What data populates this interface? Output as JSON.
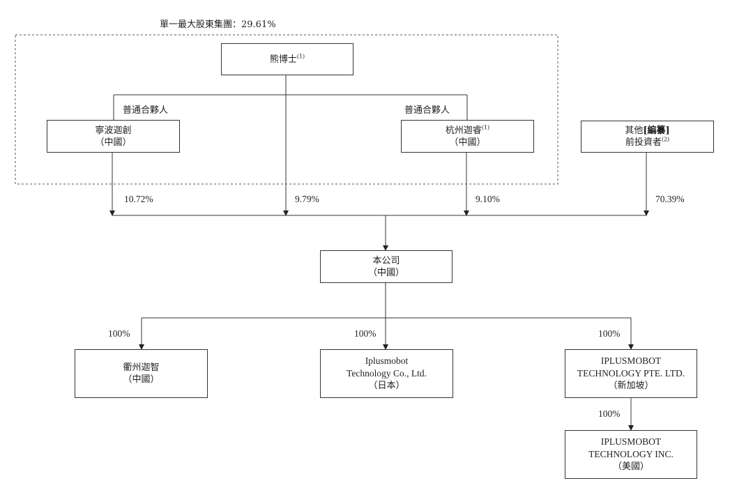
{
  "group": {
    "label": "單一最大股東集團：29.61%"
  },
  "entities": {
    "xiong": {
      "name": "熊博士",
      "note": "(1)"
    },
    "ningbo": {
      "name": "寧波迦創",
      "country": "（中國）",
      "role": "普通合夥人"
    },
    "hangzhou": {
      "name": "杭州迦睿",
      "note": "(1)",
      "country": "（中國）",
      "role": "普通合夥人"
    },
    "others": {
      "line1_a": "其他",
      "line1_b": "[編纂]",
      "line2": "前投資者",
      "note": "(2)"
    },
    "company": {
      "name": "本公司",
      "country": "（中國）"
    },
    "quzhou": {
      "name": "衢州迦智",
      "country": "（中國）"
    },
    "japan": {
      "line1": "Iplusmobot",
      "line2": "Technology Co., Ltd.",
      "country": "（日本）"
    },
    "singapore": {
      "line1": "IPLUSMOBOT",
      "line2": "TECHNOLOGY PTE. LTD.",
      "country": "（新加坡）"
    },
    "usa": {
      "line1": "IPLUSMOBOT",
      "line2": "TECHNOLOGY INC.",
      "country": "（美國）"
    }
  },
  "percentages": {
    "ningbo": "10.72%",
    "xiong": "9.79%",
    "hangzhou": "9.10%",
    "others": "70.39%",
    "quzhou": "100%",
    "japan": "100%",
    "singapore": "100%",
    "usa": "100%"
  }
}
